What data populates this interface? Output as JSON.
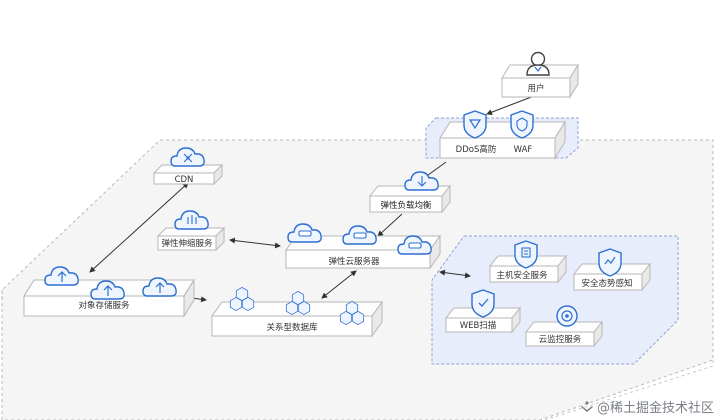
{
  "diagram": {
    "nodes": {
      "user": "用户",
      "ddos": "DDoS高防",
      "waf": "WAF",
      "cdn": "CDN",
      "slb": "弹性负载均衡",
      "ess": "弹性伸缩服务",
      "ecs": "弹性云服务器",
      "oss": "对象存储服务",
      "rds": "关系型数据库",
      "host_security": "主机安全服务",
      "situation_awareness": "安全态势感知",
      "web_scan": "WEB扫描",
      "cloud_monitor": "云监控服务"
    },
    "colors": {
      "icon_blue": "#2f6fd1",
      "icon_light": "#eaf2fd",
      "security_zone_fill": "#e9eefb",
      "security_zone_border": "#8fa3d9",
      "platform_fill": "#f4f4f4",
      "platform_border": "#b0b0b0",
      "connector": "#333333"
    },
    "icons": {
      "user": "user-icon",
      "ddos": "shield-icon",
      "waf": "shield-icon",
      "cdn": "cloud-network-icon",
      "slb": "cloud-balancer-icon",
      "ess": "cloud-scaling-icon",
      "ecs": "cloud-server-icon",
      "oss": "cloud-upload-icon",
      "rds": "hexagon-database-icon",
      "host_security": "shield-doc-icon",
      "situation_awareness": "shield-chart-icon",
      "web_scan": "shield-check-icon",
      "cloud_monitor": "monitor-target-icon"
    }
  },
  "watermark": {
    "text": "@稀土掘金技术社区"
  }
}
